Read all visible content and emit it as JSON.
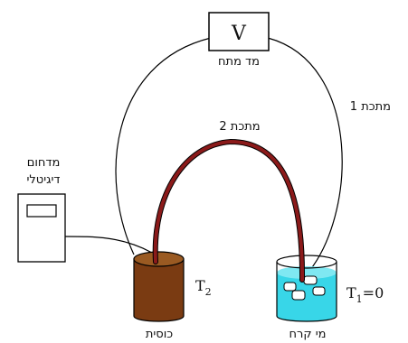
{
  "voltmeter": {
    "symbol": "V",
    "label": "מד מתח"
  },
  "metal1_label": "מתכת 1",
  "metal2_label": "מתכת 2",
  "thermometer_label_line1": "מדחום",
  "thermometer_label_line2": "דיגיטלי",
  "hot_cup_label": "כוסית",
  "ice_label": "מי קרח",
  "t2_main": "T",
  "t2_sub": "2",
  "t1_main": "T",
  "t1_sub": "1",
  "t1_rest": "=0",
  "colors": {
    "metal2_wire": "#8b1a1a",
    "hot_liquid": "#7a3b12",
    "ice_water": "#38d6e8",
    "ice_water_light": "#7fe8f2"
  }
}
